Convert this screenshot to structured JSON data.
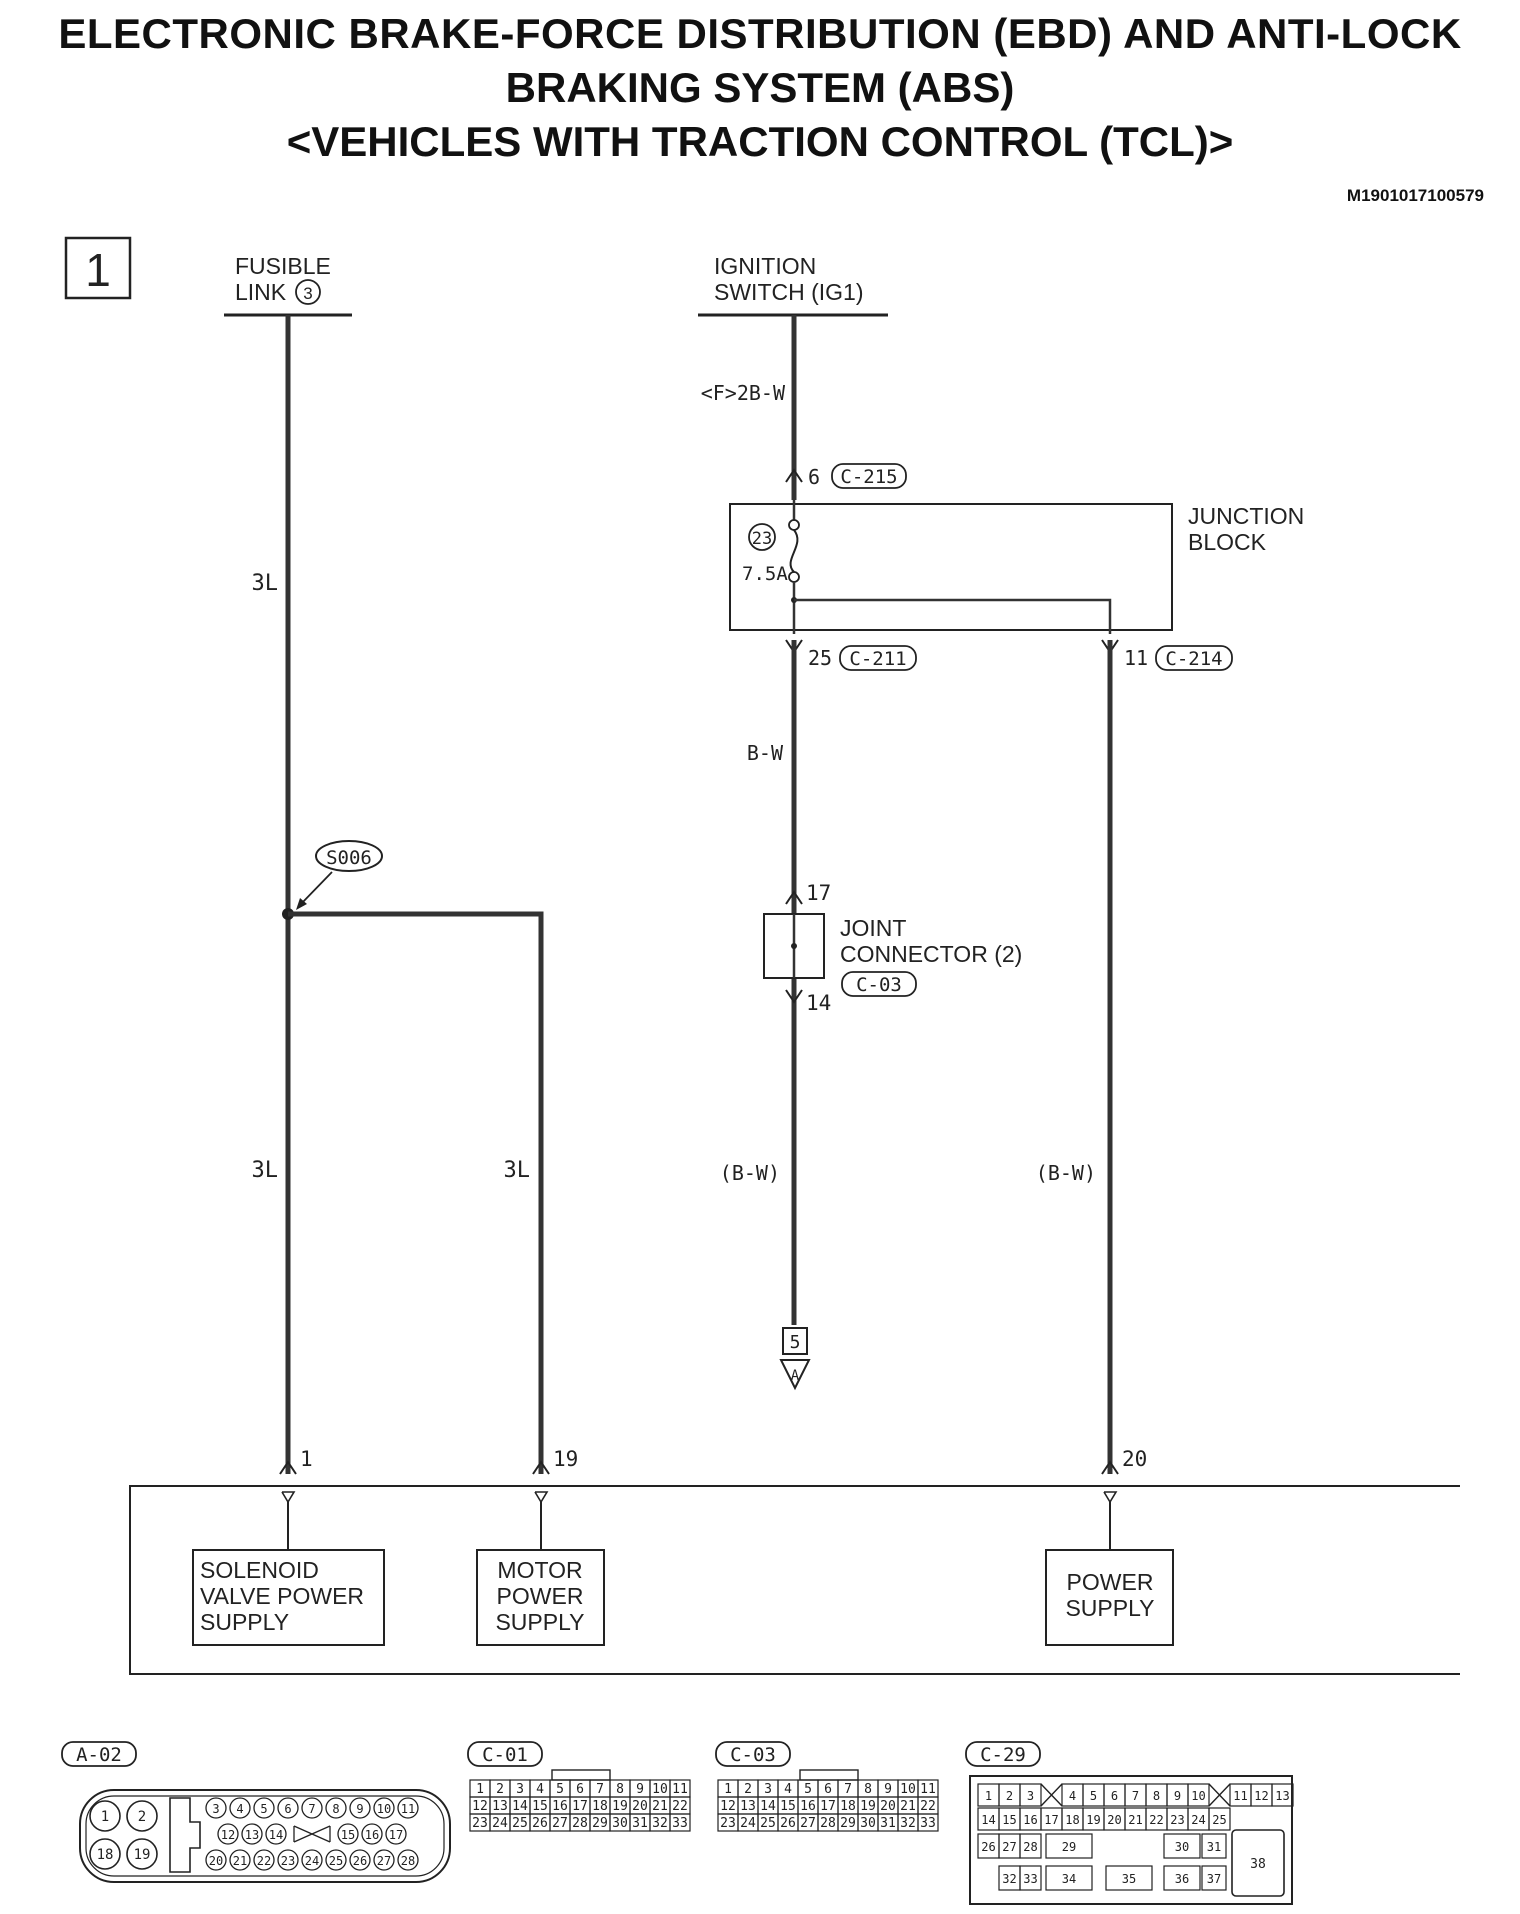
{
  "title": {
    "line1": "ELECTRONIC BRAKE-FORCE DISTRIBUTION (EBD) AND ANTI-LOCK",
    "line2": "BRAKING SYSTEM (ABS)",
    "line3": "<VEHICLES WITH TRACTION CONTROL (TCL)>"
  },
  "doc_id": "M1901017100579",
  "page_number": "1",
  "sources": {
    "fusible_link_l1": "FUSIBLE",
    "fusible_link_l2": "LINK",
    "fusible_link_num": "3",
    "ignition_l1": "IGNITION",
    "ignition_l2": "SWITCH (IG1)"
  },
  "wires": {
    "fusible_upper": "3L",
    "fusible_lower": "3L",
    "motor_branch": "3L",
    "ign_top": "<F>2B-W",
    "ign_mid": "B-W",
    "ign_lower": "(B-W)",
    "right_lower": "(B-W)"
  },
  "splice": "S006",
  "junction_block": {
    "label_l1": "JUNCTION",
    "label_l2": "BLOCK",
    "fuse_number": "23",
    "fuse_rating": "7.5A",
    "pin_in": "6",
    "conn_in": "C-215",
    "pin_out_left": "25",
    "conn_out_left": "C-211",
    "pin_out_right": "11",
    "conn_out_right": "C-214"
  },
  "joint_connector": {
    "label_l1": "JOINT",
    "label_l2": "CONNECTOR (2)",
    "connector": "C-03",
    "pin_in": "17",
    "pin_out": "14"
  },
  "off_page": {
    "page": "5",
    "ref": "A"
  },
  "ecu_pins": [
    "1",
    "19",
    "20"
  ],
  "ecu_blocks": {
    "solenoid_l1": "SOLENOID",
    "solenoid_l2": "VALVE POWER",
    "solenoid_l3": "SUPPLY",
    "motor_l1": "MOTOR",
    "motor_l2": "POWER",
    "motor_l3": "SUPPLY",
    "power_l1": "POWER",
    "power_l2": "SUPPLY"
  },
  "connectors": {
    "a02": {
      "label": "A-02",
      "big": [
        "1",
        "2",
        "18",
        "19"
      ],
      "row1": [
        "3",
        "4",
        "5",
        "6",
        "7",
        "8",
        "9",
        "10",
        "11"
      ],
      "row2": [
        "12",
        "13",
        "14",
        "15",
        "16",
        "17"
      ],
      "row3": [
        "20",
        "21",
        "22",
        "23",
        "24",
        "25",
        "26",
        "27",
        "28"
      ]
    },
    "c01": {
      "label": "C-01",
      "row1": [
        "1",
        "2",
        "3",
        "4",
        "5",
        "6",
        "7",
        "8",
        "9",
        "10",
        "11"
      ],
      "row2": [
        "12",
        "13",
        "14",
        "15",
        "16",
        "17",
        "18",
        "19",
        "20",
        "21",
        "22"
      ],
      "row3": [
        "23",
        "24",
        "25",
        "26",
        "27",
        "28",
        "29",
        "30",
        "31",
        "32",
        "33"
      ]
    },
    "c03": {
      "label": "C-03",
      "row1": [
        "1",
        "2",
        "3",
        "4",
        "5",
        "6",
        "7",
        "8",
        "9",
        "10",
        "11"
      ],
      "row2": [
        "12",
        "13",
        "14",
        "15",
        "16",
        "17",
        "18",
        "19",
        "20",
        "21",
        "22"
      ],
      "row3": [
        "23",
        "24",
        "25",
        "26",
        "27",
        "28",
        "29",
        "30",
        "31",
        "32",
        "33"
      ]
    },
    "c29": {
      "label": "C-29",
      "row1": [
        "1",
        "2",
        "3",
        "4",
        "5",
        "6",
        "7",
        "8",
        "9",
        "10",
        "11",
        "12",
        "13"
      ],
      "row2": [
        "14",
        "15",
        "16",
        "17",
        "18",
        "19",
        "20",
        "21",
        "22",
        "23",
        "24",
        "25"
      ],
      "row3": [
        "26",
        "27",
        "28",
        "29",
        "30",
        "31"
      ],
      "row4": [
        "32",
        "33",
        "34",
        "35",
        "36",
        "37"
      ],
      "big": "38"
    }
  }
}
